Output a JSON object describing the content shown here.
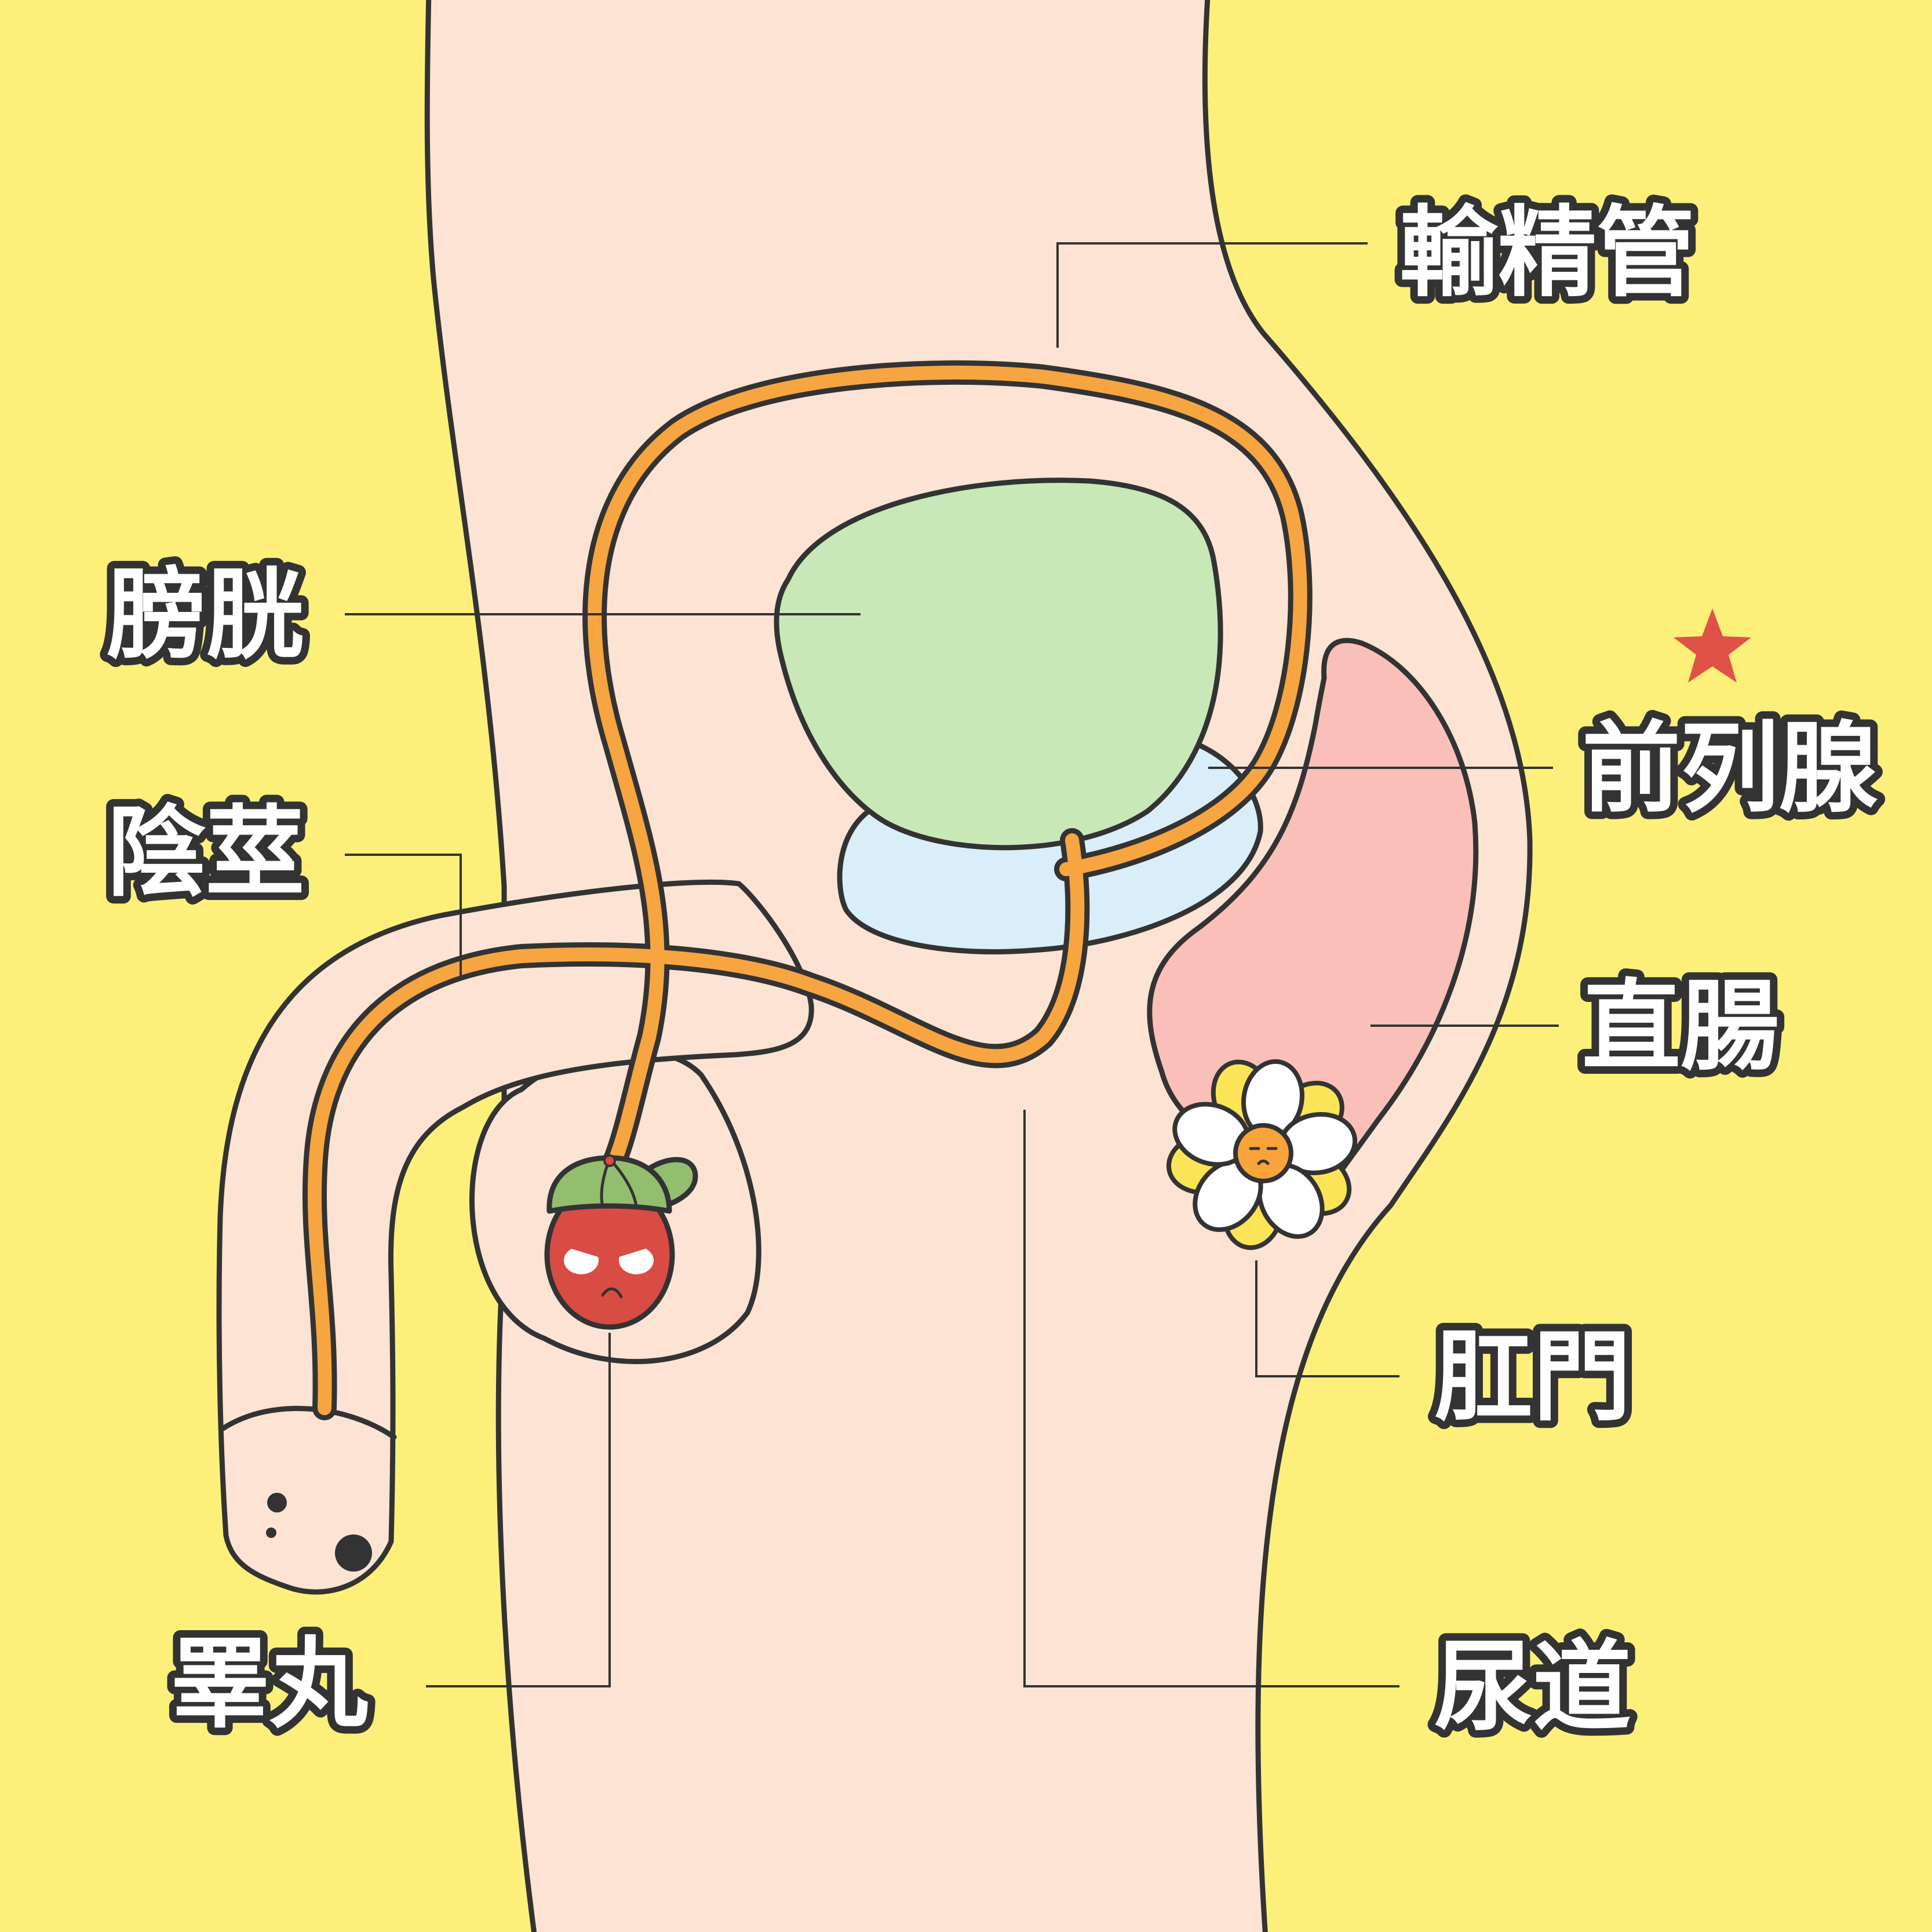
{
  "colors": {
    "background": "#fdf07a",
    "skin": "#fde3d4",
    "outline": "#333333",
    "vas_deferens": "#f7a540",
    "bladder": "#c8e8b8",
    "prostate": "#d9eef9",
    "rectum": "#fbbfb9",
    "testis": "#d84c43",
    "cap": "#93be6e",
    "flower_center": "#f8a43b",
    "flower_petal": "#ffffff",
    "flower_back_petal": "#fbe456",
    "star": "#e05247"
  },
  "icons": {
    "star": "star-icon",
    "testis_character": "testis-character-icon",
    "anus_flower": "flower-icon"
  },
  "labels": {
    "vas_deferens": "輸精管",
    "bladder": "膀胱",
    "prostate": "前列腺",
    "penis": "陰莖",
    "rectum": "直腸",
    "anus": "肛門",
    "testis": "睪丸",
    "urethra": "尿道"
  }
}
